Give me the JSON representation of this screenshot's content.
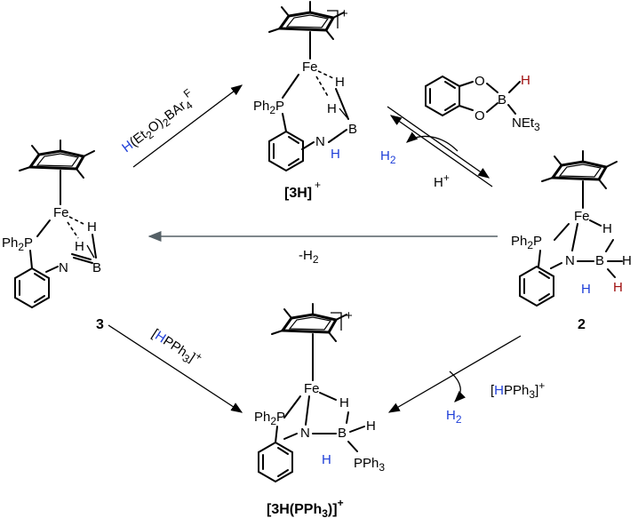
{
  "compounds": {
    "top": "[3H]",
    "top_charge": "+",
    "left": "3",
    "right": "2",
    "bottom_pre": "[3H(PPh",
    "bottom_sub": "3",
    "bottom_post": ")]",
    "bottom_charge": "+"
  },
  "atoms": {
    "fe": "Fe",
    "h": "H",
    "b": "B",
    "n": "N",
    "p": "P",
    "ph": "Ph",
    "ph_sub": "2",
    "o": "O",
    "pph": "PPh",
    "pph_sub": "3",
    "net": "NEt",
    "net_sub": "3"
  },
  "reagents": {
    "top_left_h": "H",
    "top_left_rest": "(Et",
    "top_left_sub1": "2",
    "top_left_mid": "O)",
    "top_left_sub2": "2",
    "top_left_end": "BAr",
    "top_left_sub3": "4",
    "top_left_sup": "F",
    "h2_top": "H",
    "h2_top_sub": "2",
    "hplus": "H",
    "hplus_sup": "+",
    "middle": "-H",
    "middle_sub": "2",
    "hpph_br1": "[",
    "hpph_h": "H",
    "hpph_rest": "PPh",
    "hpph_sub": "3",
    "hpph_br2": "]",
    "hpph_sup": "+",
    "h2_bottom": "H",
    "h2_bottom_sub": "2"
  },
  "colors": {
    "hydride_blue": "#1f3fd8",
    "boron_h_red": "#a01010",
    "arrow_grey": "#556066"
  }
}
